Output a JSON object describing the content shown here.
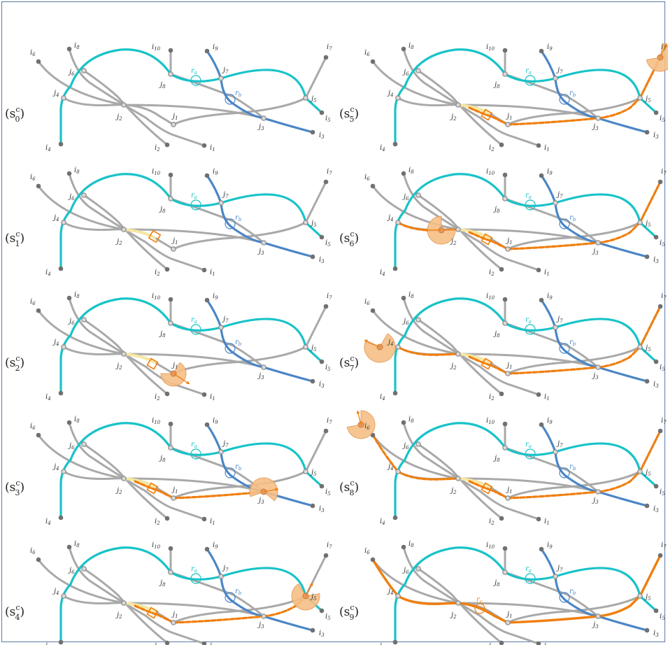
{
  "colors": {
    "gray": "#a9a9a9",
    "cyan": "#18c3c8",
    "blue": "#4b86c6",
    "orange": "#f07f0f",
    "yellow": "#f7e7a0",
    "sector_fill": "#f6bf86",
    "node_fill": "#a8a8a8",
    "terminal": "#707070"
  },
  "panels": [
    {
      "state": "s",
      "sup": "c",
      "sub": "0"
    },
    {
      "state": "s",
      "sup": "c",
      "sub": "5"
    },
    {
      "state": "s",
      "sup": "c",
      "sub": "1"
    },
    {
      "state": "s",
      "sup": "c",
      "sub": "6"
    },
    {
      "state": "s",
      "sup": "c",
      "sub": "2"
    },
    {
      "state": "s",
      "sup": "c",
      "sub": "7"
    },
    {
      "state": "s",
      "sup": "c",
      "sub": "3"
    },
    {
      "state": "s",
      "sup": "c",
      "sub": "8"
    },
    {
      "state": "s",
      "sup": "c",
      "sub": "4"
    },
    {
      "state": "s",
      "sup": "c",
      "sub": "9"
    }
  ],
  "node_labels": {
    "i1": {
      "base": "i",
      "sub": "1"
    },
    "i2": {
      "base": "i",
      "sub": "2"
    },
    "i3": {
      "base": "i",
      "sub": "3"
    },
    "i4": {
      "base": "i",
      "sub": "4"
    },
    "i5": {
      "base": "i",
      "sub": "5"
    },
    "i6": {
      "base": "i",
      "sub": "6"
    },
    "i7": {
      "base": "i",
      "sub": "7"
    },
    "i8": {
      "base": "i",
      "sub": "8"
    },
    "i9": {
      "base": "i",
      "sub": "9"
    },
    "i10": {
      "base": "i",
      "sub": "10"
    },
    "j1": {
      "base": "j",
      "sub": "1"
    },
    "j2": {
      "base": "j",
      "sub": "2"
    },
    "j3": {
      "base": "j",
      "sub": "3"
    },
    "j4": {
      "base": "j",
      "sub": "4"
    },
    "j5": {
      "base": "j",
      "sub": "5"
    },
    "j6": {
      "base": "j",
      "sub": "6"
    },
    "j7": {
      "base": "j",
      "sub": "7"
    },
    "j8": {
      "base": "j",
      "sub": "8"
    }
  },
  "robots": {
    "ra": {
      "base": "r",
      "sub": "a"
    },
    "rb": {
      "base": "r",
      "sub": "b"
    },
    "rc": {
      "base": "r",
      "sub": "c"
    }
  }
}
